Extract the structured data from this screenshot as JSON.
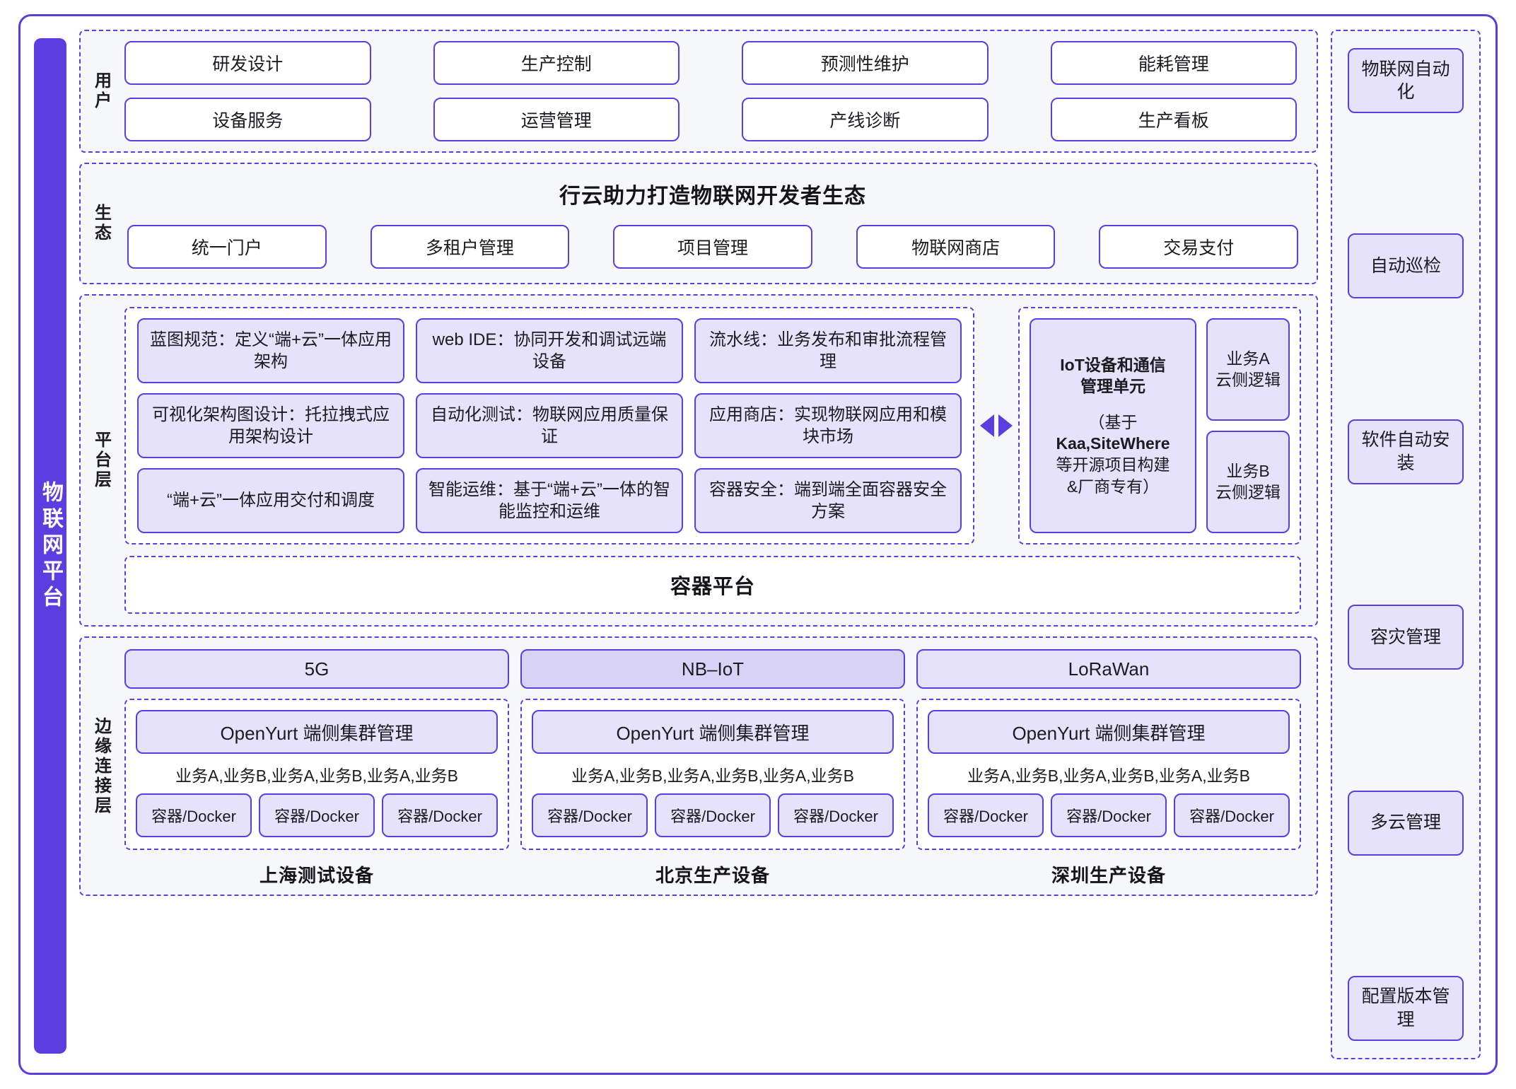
{
  "left_bar": {
    "label": "物联网平台"
  },
  "user_band": {
    "label": "用户",
    "items": [
      "研发设计",
      "生产控制",
      "预测性维护",
      "能耗管理",
      "设备服务",
      "运营管理",
      "产线诊断",
      "生产看板"
    ]
  },
  "eco_band": {
    "label": "生态",
    "title": "行云助力打造物联网开发者生态",
    "items": [
      "统一门户",
      "多租户管理",
      "项目管理",
      "物联网商店",
      "交易支付"
    ]
  },
  "platform_band": {
    "label": "平台层",
    "cells": [
      "蓝图规范：定义“端+云”一体应用架构",
      "web IDE：协同开发和调试远端设备",
      "流水线：业务发布和审批流程管理",
      "可视化架构图设计：托拉拽式应用架构设计",
      "自动化测试：物联网应用质量保证",
      "应用商店：实现物联网应用和模块市场",
      "“端+云”一体应用交付和调度",
      "智能运维：基于“端+云”一体的智能监控和运维",
      "容器安全：端到端全面容器安全方案"
    ],
    "arrow": "bidirectional-arrow",
    "iot_unit": {
      "title_line1": "IoT设备和通信",
      "title_line2": "管理单元",
      "note_line1": "（基于",
      "note_line2": "Kaa,SiteWhere",
      "note_line3": "等开源项目构建",
      "note_line4": "&厂商专有）"
    },
    "side_units": [
      "业务A\n云侧逻辑",
      "业务B\n云侧逻辑"
    ],
    "container_platform": "容器平台"
  },
  "edge_band": {
    "label": "边缘连接层",
    "networks": [
      "5G",
      "NB–IoT",
      "LoRaWan"
    ],
    "sites": [
      {
        "cluster": "OpenYurt 端侧集群管理",
        "services": "业务A,业务B,业务A,业务B,业务A,业务B",
        "containers": [
          "容器/Docker",
          "容器/Docker",
          "容器/Docker"
        ],
        "caption": "上海测试设备"
      },
      {
        "cluster": "OpenYurt 端侧集群管理",
        "services": "业务A,业务B,业务A,业务B,业务A,业务B",
        "containers": [
          "容器/Docker",
          "容器/Docker",
          "容器/Docker"
        ],
        "caption": "北京生产设备"
      },
      {
        "cluster": "OpenYurt 端侧集群管理",
        "services": "业务A,业务B,业务A,业务B,业务A,业务B",
        "containers": [
          "容器/Docker",
          "容器/Docker",
          "容器/Docker"
        ],
        "caption": "深圳生产设备"
      }
    ]
  },
  "right_rail": {
    "items": [
      "物联网自动化",
      "自动巡检",
      "软件自动安装",
      "容灾管理",
      "多云管理",
      "配置版本管理"
    ]
  },
  "colors": {
    "accent": "#5b3de0",
    "band_bg": "#f6f7fa",
    "fill_light": "#e7e2fb",
    "fill_strong": "#d9d2f7",
    "text": "#1b1b20",
    "white": "#ffffff"
  }
}
